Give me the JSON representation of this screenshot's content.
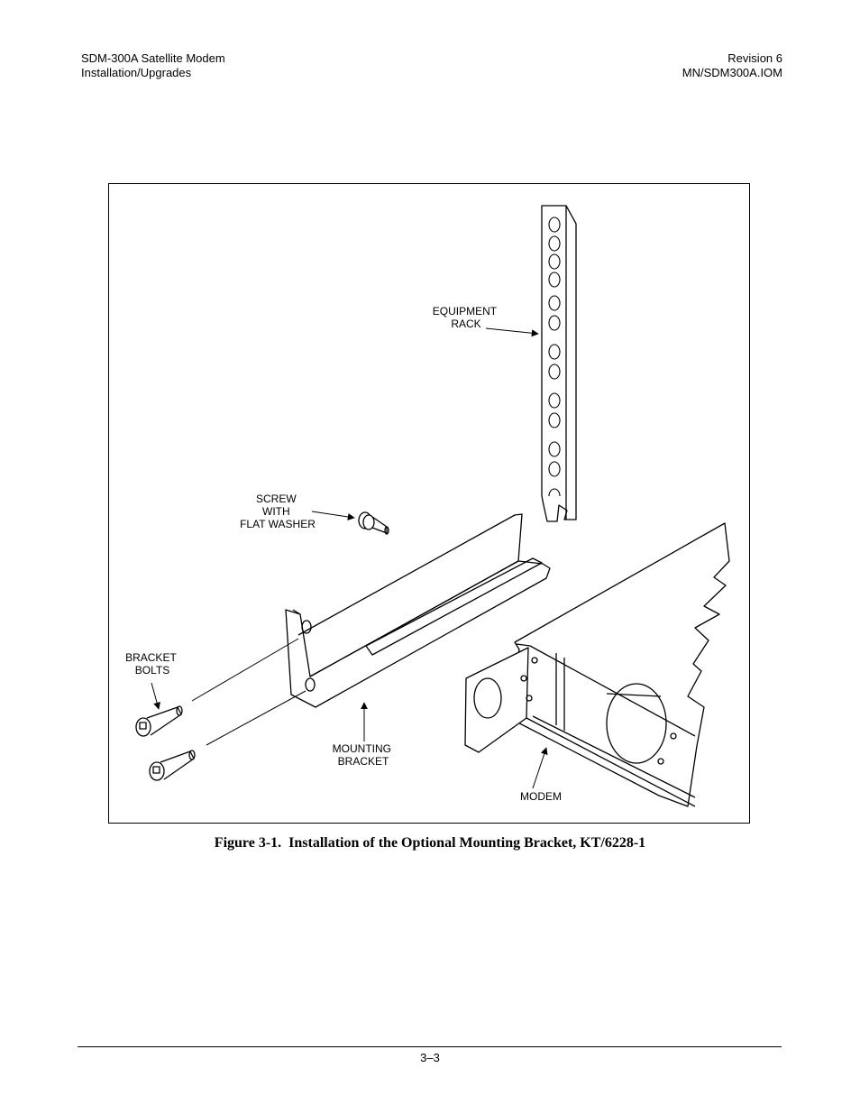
{
  "header": {
    "left_line1": "SDM-300A Satellite Modem",
    "left_line2": "Installation/Upgrades",
    "right_line1": "Revision 6",
    "right_line2": "MN/SDM300A.IOM"
  },
  "figure": {
    "labels": {
      "equipment_rack": [
        "EQUIPMENT",
        "RACK"
      ],
      "screw": [
        "SCREW",
        "WITH",
        "FLAT WASHER"
      ],
      "bracket_bolts": [
        "BRACKET",
        "BOLTS"
      ],
      "mounting_bracket": [
        "MOUNTING",
        "BRACKET"
      ],
      "modem": [
        "MODEM"
      ]
    },
    "caption": "Figure 3-1.  Installation of the Optional Mounting Bracket, KT/6228-1"
  },
  "footer": {
    "page_number": "3–3"
  }
}
